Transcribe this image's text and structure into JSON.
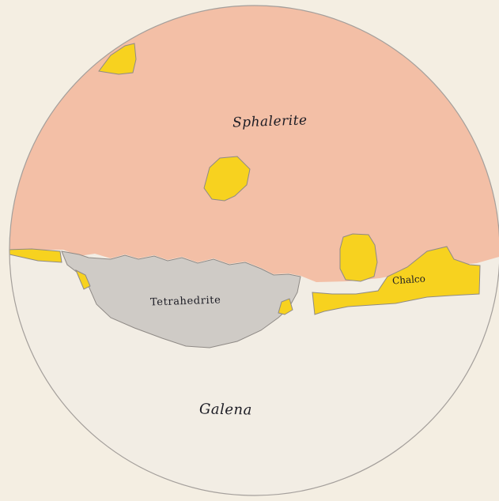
{
  "labels": {
    "sphalerite": "Sphalerite",
    "tetrahedrite": "Tetrahedrite",
    "chalco": "Chalco",
    "galena": "Galena"
  },
  "colors": {
    "paper": "#f4eee2",
    "sphalerite": "#f3bfa6",
    "galena": "#f2ede4",
    "tetrahedrite": "#cfcbc6",
    "chalcopyrite": "#f7d21f",
    "outline": "#8f8a86"
  }
}
